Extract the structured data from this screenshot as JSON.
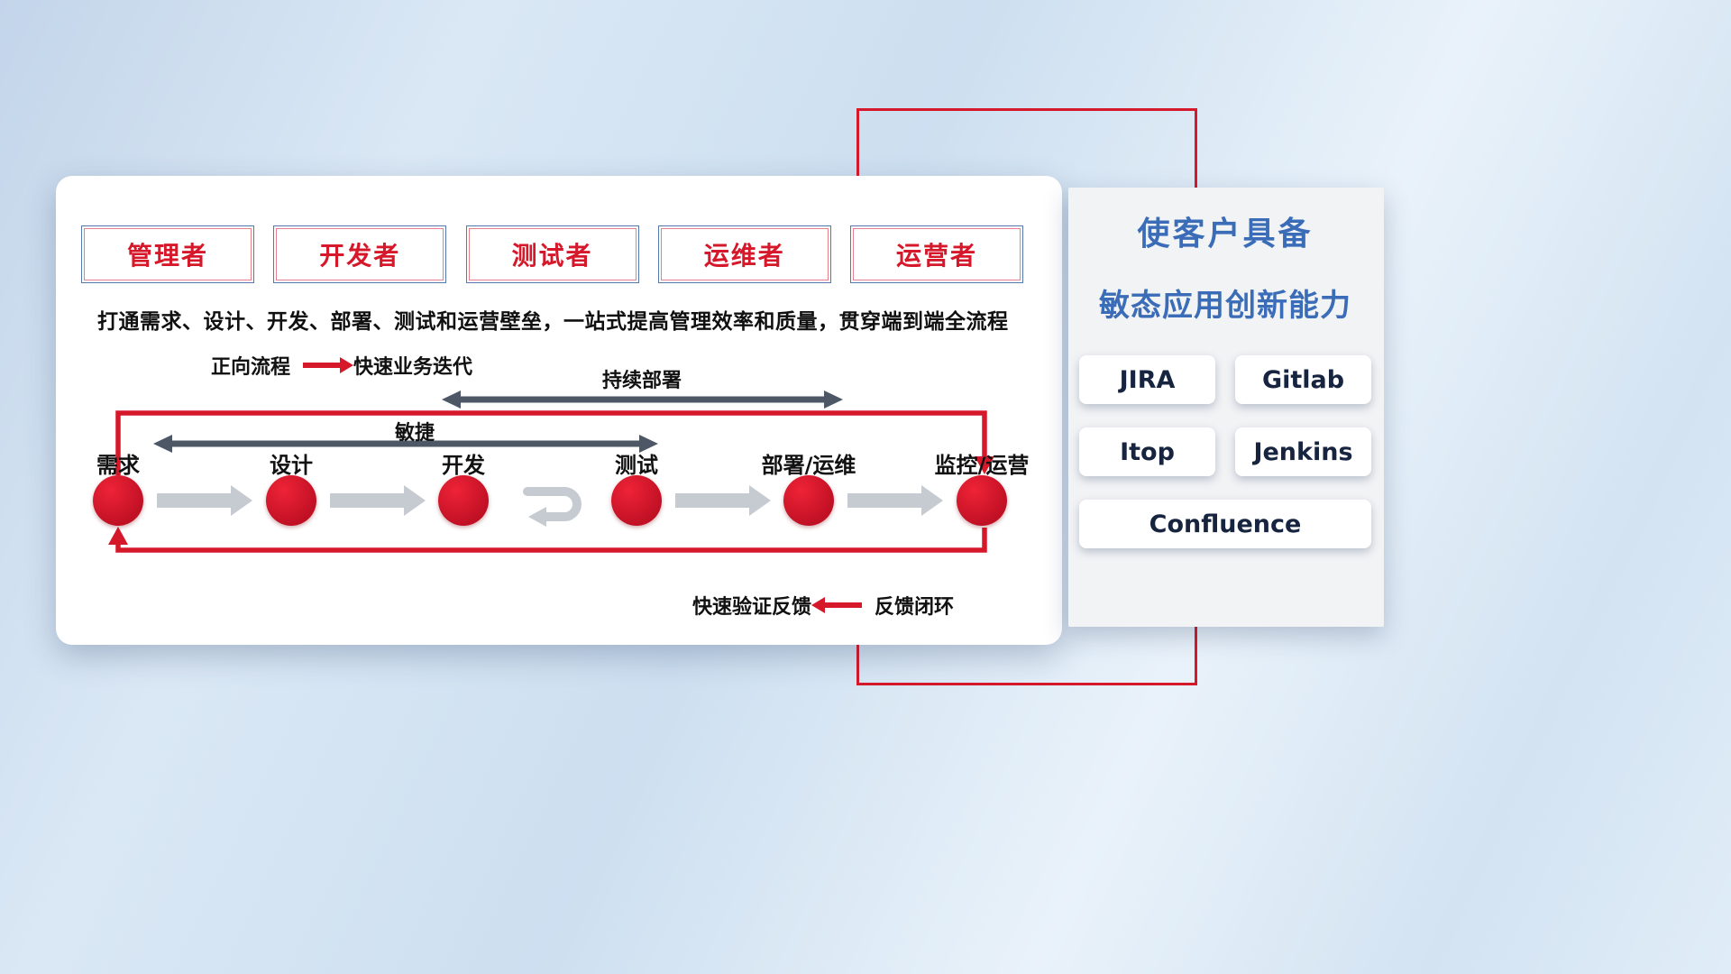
{
  "personas": [
    "管理者",
    "开发者",
    "测试者",
    "运维者",
    "运营者"
  ],
  "subtitle": "打通需求、设计、开发、部署、测试和运营壁垒，一站式提高管理效率和质量，贯穿端到端全流程",
  "diagram": {
    "legend_forward": {
      "label": "正向流程",
      "desc": "快速业务迭代"
    },
    "legend_feedback": {
      "label": "快速验证反馈",
      "desc": "反馈闭环"
    },
    "arrow_labels": {
      "continuous_deploy": "持续部署",
      "agile": "敏捷"
    },
    "nodes": [
      "需求",
      "设计",
      "开发",
      "测试",
      "部署/运维",
      "监控/运营"
    ]
  },
  "right_panel": {
    "title_line1": "使客户具备",
    "title_line2": "敏态应用创新能力",
    "tools": [
      "JIRA",
      "Gitlab",
      "Itop",
      "Jenkins",
      "Confluence"
    ]
  },
  "colors": {
    "accent_red": "#d6182b",
    "title_blue": "#3a6cb8",
    "dark_arrow": "#4d5766",
    "gray_arrow": "#c6cbd1"
  }
}
